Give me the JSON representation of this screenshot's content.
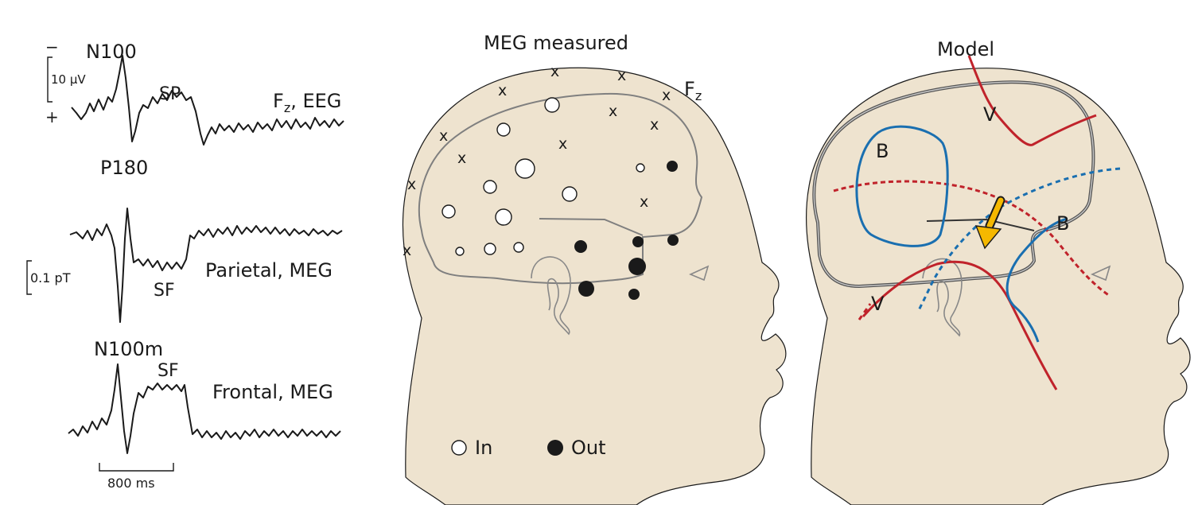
{
  "left_panel": {
    "eeg": {
      "polarity_minus": "−",
      "polarity_plus": "+",
      "scale_label": "10 µV",
      "peak_n100": "N100",
      "peak_sp": "SP",
      "peak_p180": "P180",
      "channel_main": "F",
      "channel_sub": "z",
      "channel_suffix": ", EEG"
    },
    "parietal_meg": {
      "scale_label": "0.1 pT",
      "peak_sf": "SF",
      "channel": "Parietal, MEG"
    },
    "frontal_meg": {
      "peak_n100m": "N100m",
      "peak_sf": "SF",
      "channel": "Frontal, MEG"
    },
    "time_scale": "800 ms"
  },
  "middle_panel": {
    "title": "MEG measured",
    "fz_main": "F",
    "fz_sub": "z",
    "electrode_mark": "x",
    "legend": {
      "in_label": "In",
      "out_label": "Out"
    }
  },
  "right_panel": {
    "title": "Model",
    "label_v_top": "V",
    "label_v_bottom": "V",
    "label_b_left": "B",
    "label_b_right": "B",
    "colors": {
      "red": "#c0232b",
      "blue": "#1a6fb0",
      "arrow": "#f5b800"
    }
  }
}
